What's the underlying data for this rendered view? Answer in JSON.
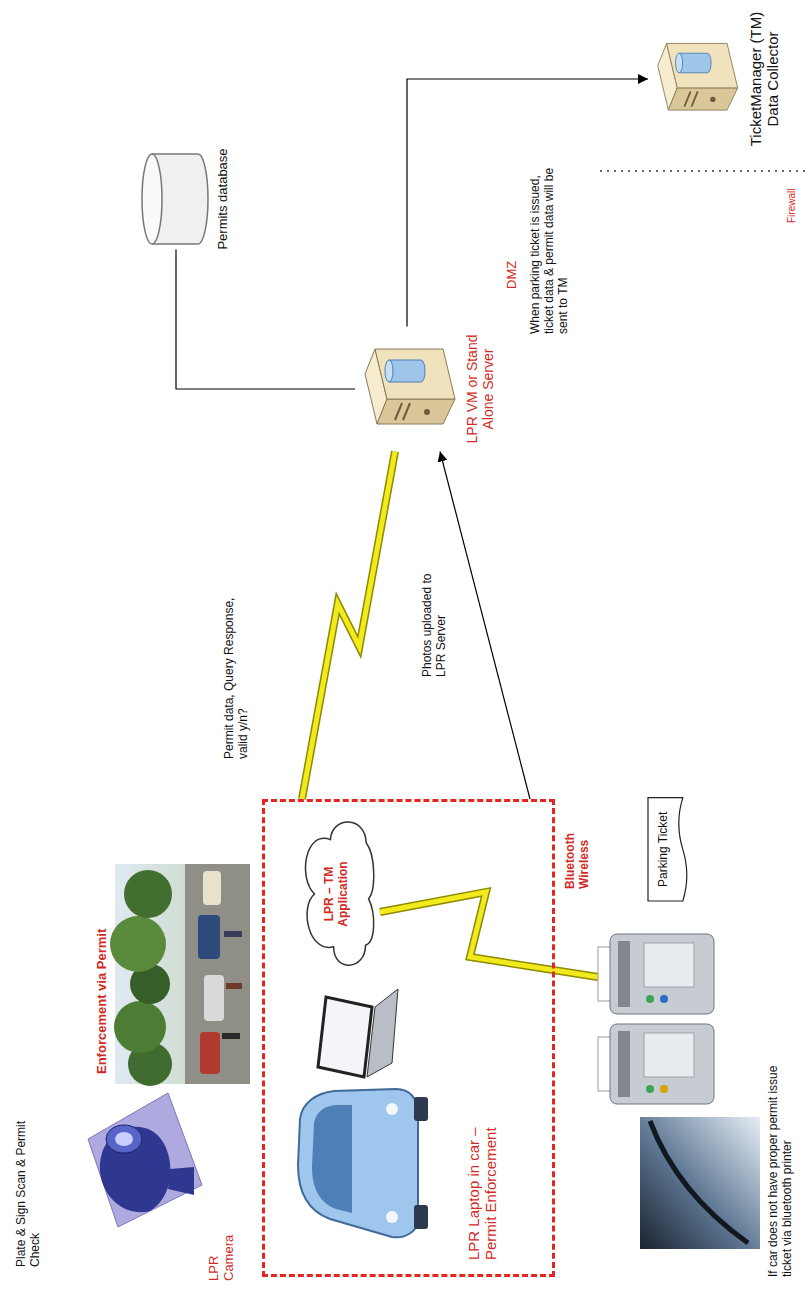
{
  "diagram": {
    "nodes": [
      {
        "text": [
          "LPR Laptop in car – Permit Enforcement"
        ]
      },
      {
        "text": [
          "LPR – TM Application"
        ],
        "in": 0
      },
      {
        "text": [
          "Parking Ticket"
        ]
      },
      {
        "text": [
          "Permits database"
        ]
      },
      {
        "text": [
          "LPR VM or Stand Alone Server"
        ]
      },
      {
        "text": [
          "TicketManager (TM) Data Collector"
        ]
      }
    ],
    "edges": [
      {
        "from": 0,
        "to": 4,
        "label": "Permit data, Query Response, valid y/n?",
        "arrow": "none"
      },
      {
        "from": 0,
        "to": 4,
        "label": "Photos uploaded to LPR Server",
        "arrow": "to"
      },
      {
        "from": 3,
        "to": 4,
        "arrow": "none"
      },
      {
        "from": 4,
        "to": 5,
        "label": "When parking ticket is issued, ticket data & permit data will be sent to TM",
        "arrow": "to"
      }
    ],
    "labels": [
      "Plate & Sign Scan & Permit Check",
      "Enforcement via Permit",
      "LPR Camera",
      "Bluetooth Wireless",
      "If car does not have proper permit issue ticket via bluetooth printer",
      "DMZ",
      "Firewall"
    ]
  }
}
